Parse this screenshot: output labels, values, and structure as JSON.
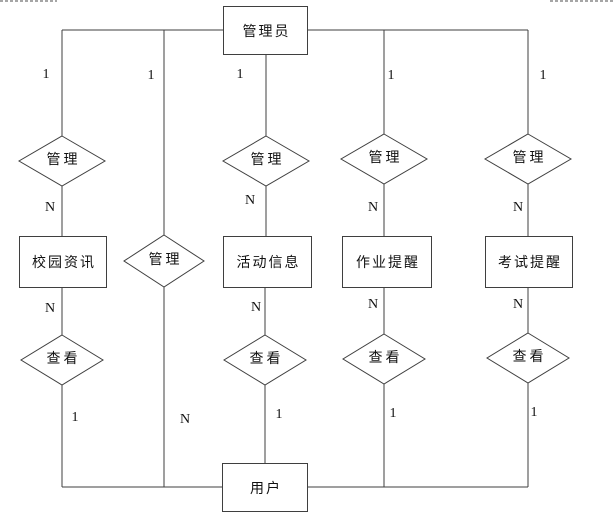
{
  "colors": {
    "line": "#3f3f3f",
    "text": "#111111",
    "background": "#ffffff"
  },
  "diagram": {
    "type": "entity-relationship",
    "admin": {
      "label": "管理员"
    },
    "user": {
      "label": "用户"
    },
    "columns": [
      {
        "name": "campus-news",
        "top_cardinality": "1",
        "manage": "管理",
        "n_above_entity": "N",
        "entity": "校园资讯",
        "n_below_entity": "N",
        "view": "查看",
        "bottom_cardinality": "1"
      },
      {
        "name": "direct",
        "top_cardinality": "1",
        "manage": "管理",
        "bottom_cardinality": "N"
      },
      {
        "name": "activity-info",
        "top_cardinality": "1",
        "manage": "管理",
        "n_above_entity": "N",
        "entity": "活动信息",
        "n_below_entity": "N",
        "view": "查看",
        "bottom_cardinality": "1"
      },
      {
        "name": "homework-reminder",
        "top_cardinality": "1",
        "manage": "管理",
        "n_above_entity": "N",
        "entity": "作业提醒",
        "n_below_entity": "N",
        "view": "查看",
        "bottom_cardinality": "1"
      },
      {
        "name": "exam-reminder",
        "top_cardinality": "1",
        "manage": "管理",
        "n_above_entity": "N",
        "entity": "考试提醒",
        "n_below_entity": "N",
        "view": "查看",
        "bottom_cardinality": "1"
      }
    ]
  }
}
